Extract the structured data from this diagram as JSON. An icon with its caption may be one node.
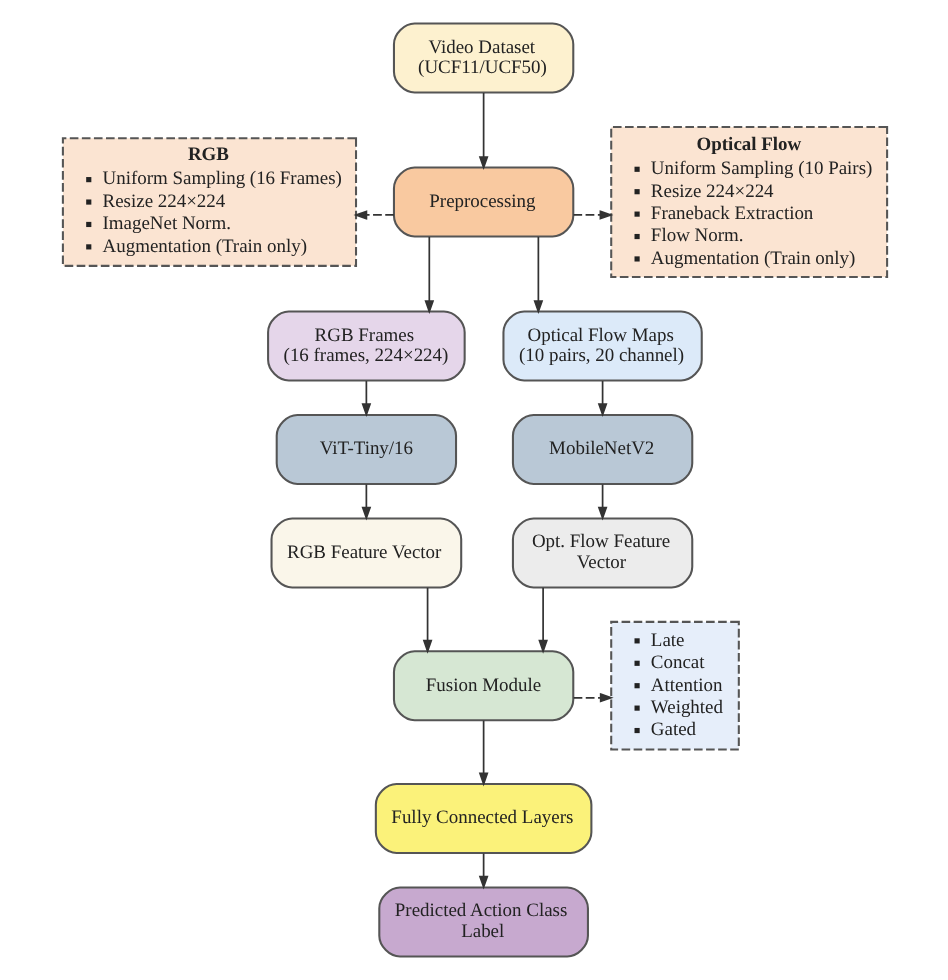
{
  "diagram": {
    "nodes": [
      {
        "text": [
          "Video Dataset (UCF11/UCF50)"
        ]
      },
      {
        "text": [
          "RGB",
          "Uniform Sampling (16 Frames)",
          "Resize 224×224",
          "ImageNet Norm.",
          "Augmentation (Train only)"
        ]
      },
      {
        "text": [
          "Preprocessing"
        ]
      },
      {
        "text": [
          "Optical Flow",
          "Uniform Sampling (10 Pairs)",
          "Resize 224×224",
          "Franeback Extraction",
          "Flow Norm.",
          "Augmentation (Train only)"
        ]
      },
      {
        "text": [
          "RGB Frames (16 frames, 224×224)"
        ]
      },
      {
        "text": [
          "Optical Flow Maps (10 pairs, 20 channel)"
        ]
      },
      {
        "text": [
          "ViT-Tiny/16"
        ]
      },
      {
        "text": [
          "MobileNetV2"
        ]
      },
      {
        "text": [
          "RGB Feature Vector"
        ]
      },
      {
        "text": [
          "Opt. Flow Feature Vector"
        ]
      },
      {
        "text": [
          "Fusion Module"
        ]
      },
      {
        "text": [
          "Late",
          "Concat",
          "Attention",
          "Weighted",
          "Gated"
        ]
      },
      {
        "text": [
          "Fully Connected Layers"
        ]
      },
      {
        "text": [
          "Predicted Action Class Label"
        ]
      }
    ],
    "edges": [
      {
        "from": 0,
        "to": 2,
        "arrow": "to"
      },
      {
        "from": 2,
        "to": 1,
        "arrow": "to",
        "style": "dashed"
      },
      {
        "from": 2,
        "to": 3,
        "arrow": "to",
        "style": "dashed"
      },
      {
        "from": 2,
        "to": 4,
        "arrow": "to"
      },
      {
        "from": 2,
        "to": 5,
        "arrow": "to"
      },
      {
        "from": 4,
        "to": 6,
        "arrow": "to"
      },
      {
        "from": 5,
        "to": 7,
        "arrow": "to"
      },
      {
        "from": 6,
        "to": 8,
        "arrow": "to"
      },
      {
        "from": 7,
        "to": 9,
        "arrow": "to"
      },
      {
        "from": 8,
        "to": 10,
        "arrow": "to"
      },
      {
        "from": 9,
        "to": 10,
        "arrow": "to"
      },
      {
        "from": 10,
        "to": 11,
        "arrow": "to",
        "style": "dashed"
      },
      {
        "from": 10,
        "to": 12,
        "arrow": "to"
      },
      {
        "from": 12,
        "to": 13,
        "arrow": "to"
      }
    ]
  }
}
